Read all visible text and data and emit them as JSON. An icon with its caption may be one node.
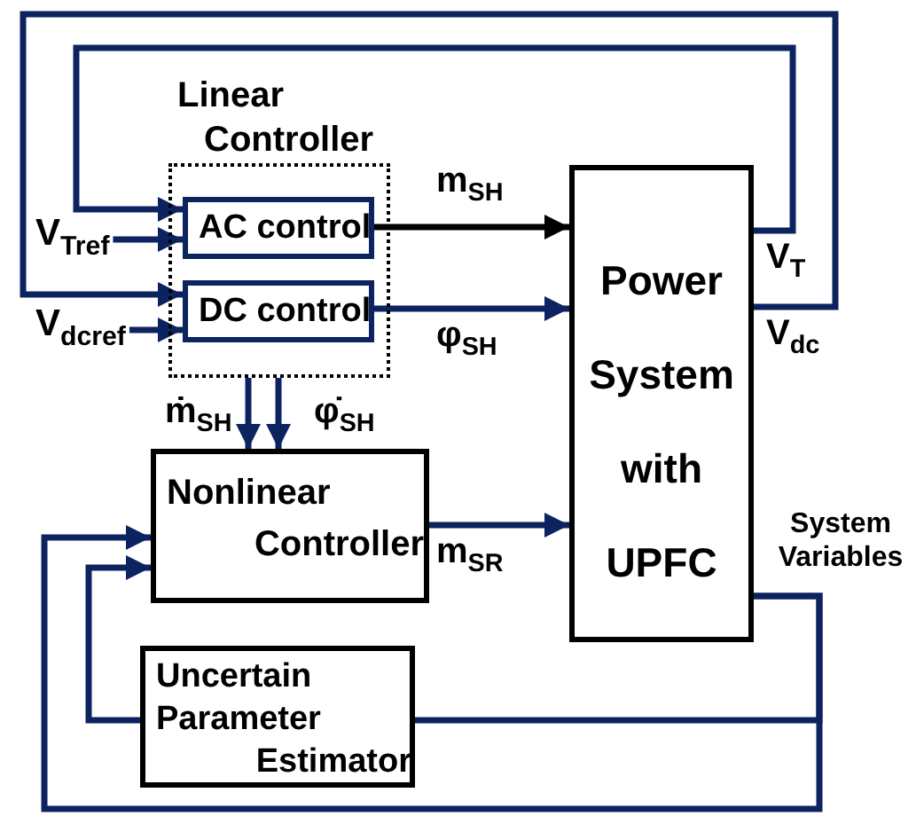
{
  "diagram": {
    "nodes": [
      {
        "text": [
          "Linear Controller"
        ]
      },
      {
        "text": [
          "AC control"
        ],
        "in": 0
      },
      {
        "text": [
          "DC control"
        ],
        "in": 0
      },
      {
        "text": [
          "Power System with UPFC"
        ]
      },
      {
        "text": [
          "V$_{Tref}$"
        ]
      },
      {
        "text": [
          "V$_{dcref}$"
        ]
      },
      {
        "text": [
          "Nonlinear Controller"
        ]
      },
      {
        "text": [
          "Uncertain Parameter Estimator"
        ]
      }
    ],
    "edges": [
      {
        "from": 1,
        "to": 3,
        "arrow": "to",
        "label": "m$_{SH}$",
        "color": "#000000"
      },
      {
        "from": 2,
        "to": 3,
        "arrow": "to",
        "label": "φ$_{SH}$"
      },
      {
        "from": 3,
        "to": 1,
        "arrow": "to",
        "label": "V$_{T}$"
      },
      {
        "from": 3,
        "to": 2,
        "arrow": "to",
        "label": "V$_{dc}$"
      },
      {
        "from": 4,
        "to": 1,
        "arrow": "to"
      },
      {
        "from": 5,
        "to": 2,
        "arrow": "to"
      },
      {
        "from": 0,
        "to": 6,
        "arrow": "to",
        "label": "ṁ$_{SH}$"
      },
      {
        "from": 0,
        "to": 6,
        "arrow": "to",
        "label": "φ̇$_{SH}$"
      },
      {
        "from": 6,
        "to": 3,
        "arrow": "to",
        "label": "m$_{SR}$"
      },
      {
        "from": 3,
        "to": 6,
        "arrow": "to",
        "label": "System Variables"
      },
      {
        "from": 3,
        "to": 7,
        "arrow": "none"
      },
      {
        "from": 7,
        "to": 6,
        "arrow": "to"
      }
    ]
  }
}
